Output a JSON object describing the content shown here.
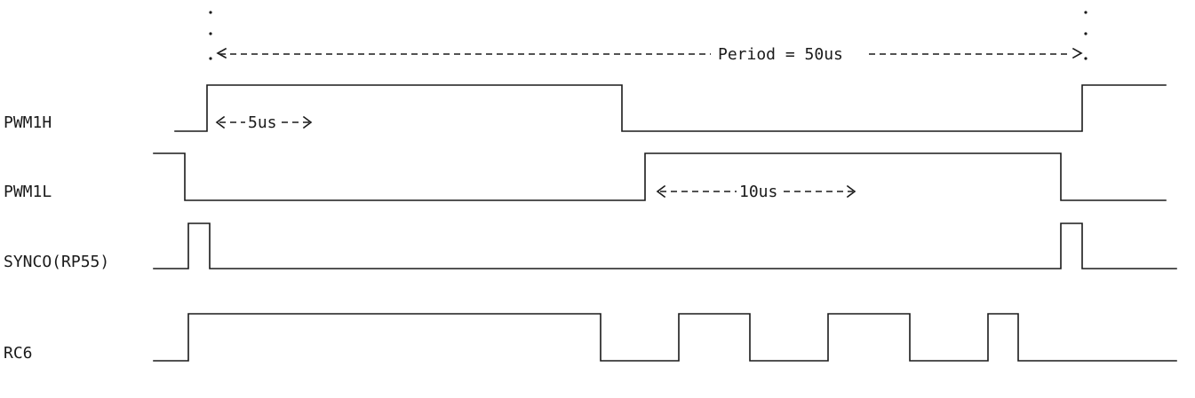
{
  "signals": [
    {
      "name": "PWM1H"
    },
    {
      "name": "PWM1L"
    },
    {
      "name": "SYNCO(RP55)"
    },
    {
      "name": "RC6"
    }
  ],
  "annotations": {
    "period": "Period = 50us",
    "pulse_5us": "5us",
    "dead_10us": "10us"
  }
}
